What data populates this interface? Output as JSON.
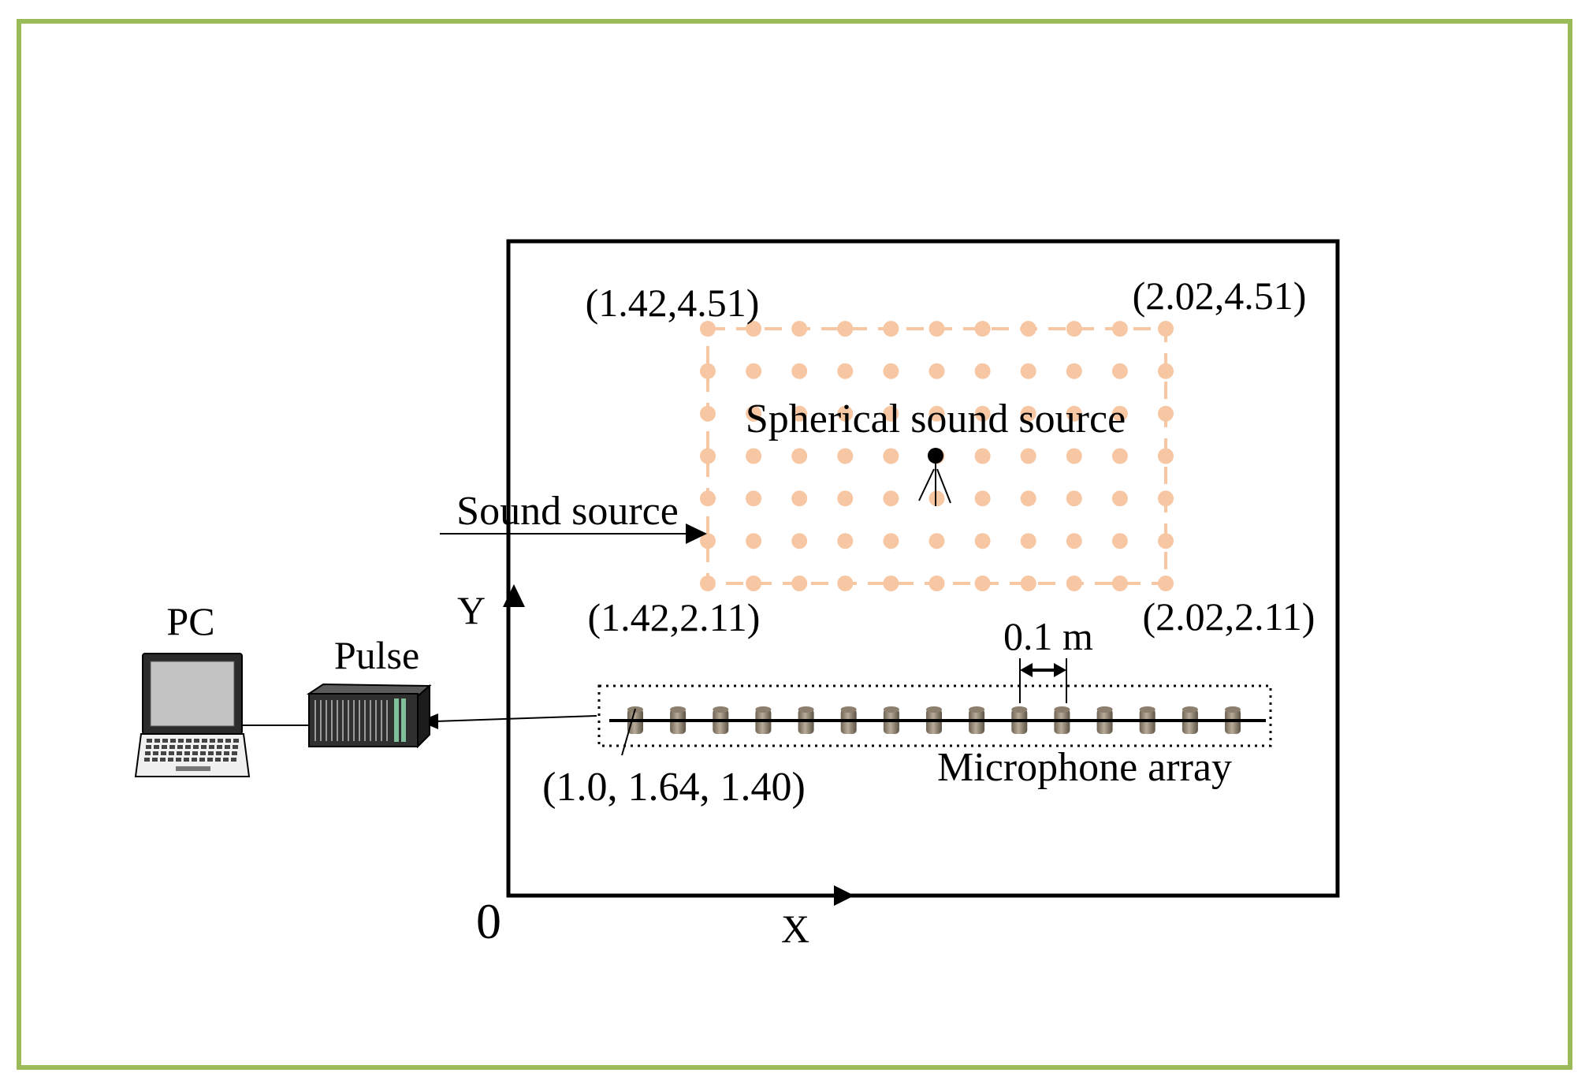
{
  "frame_color": "#9bbb59",
  "source_grid_color": "#f7c7a3",
  "labels": {
    "pc": "PC",
    "pulse": "Pulse",
    "y_axis": "Y",
    "x_axis": "X",
    "origin": "0",
    "sound_source": "Sound source",
    "spherical_source": "Spherical sound source",
    "spacing": "0.1 m",
    "microphone_array": "Microphone array",
    "mic_position": "(1.0, 1.64, 1.40)"
  },
  "grid_corners": {
    "top_left": "(1.42,4.51)",
    "top_right": "(2.02,4.51)",
    "bottom_left": "(1.42,2.11)",
    "bottom_right": "(2.02,2.11)"
  },
  "source_grid": {
    "columns": 11,
    "rows": 7
  },
  "microphone_array": {
    "count": 15
  }
}
